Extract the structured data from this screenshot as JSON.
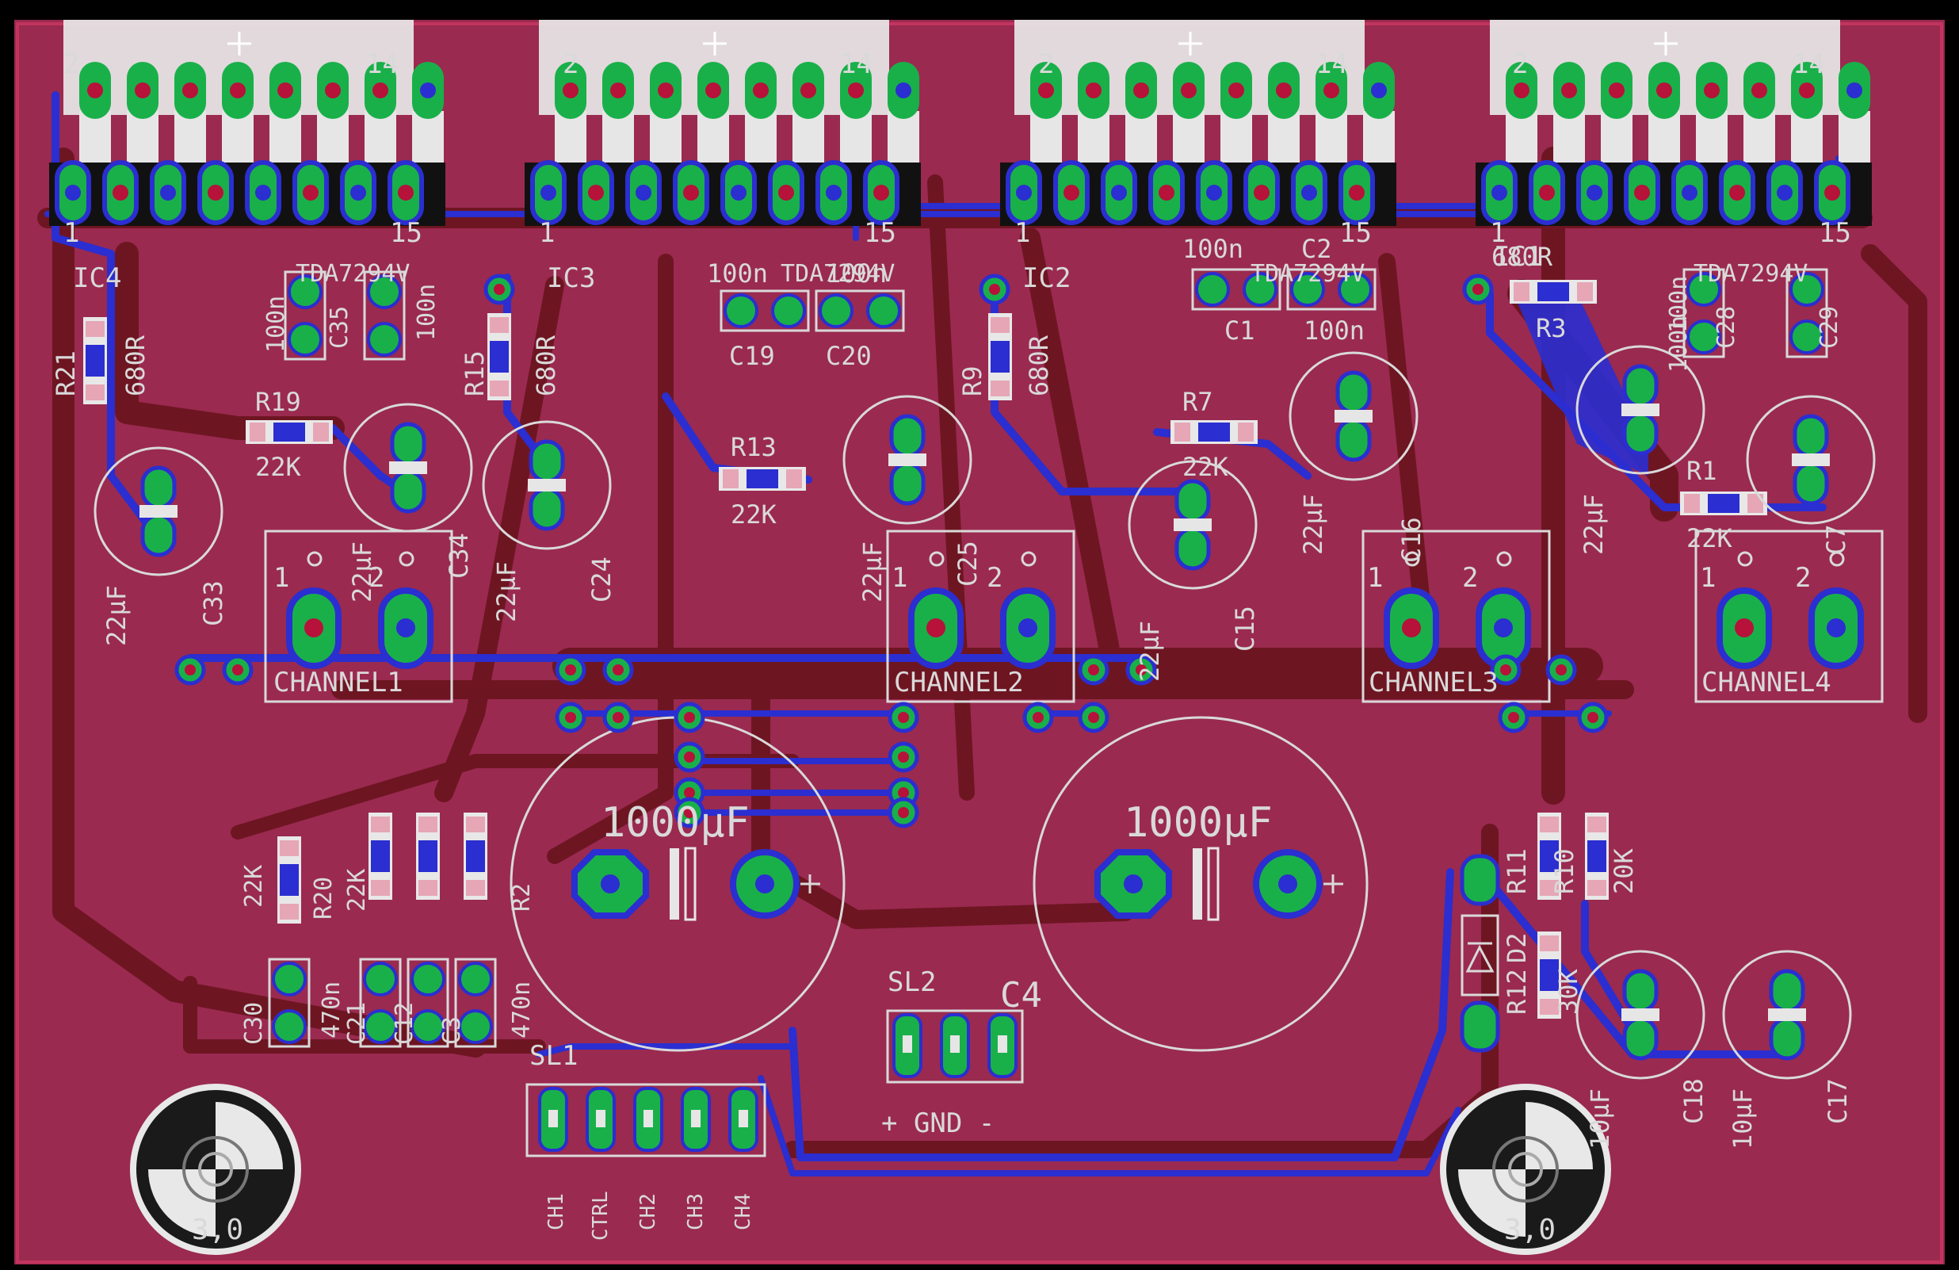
{
  "colors": {
    "background": "#000000",
    "board": "#9a2a50",
    "top_copper": "#6e1522",
    "bottom_copper": "#2b2ed0",
    "pad": "#19b04a",
    "drill": "#b6123a",
    "silk": "#d9d9d9",
    "holder": "#1a1a1a"
  },
  "ics": [
    {
      "name": "IC4",
      "top_left": "2",
      "top_right": "14",
      "bottom_left": "1",
      "bottom_right": "15"
    },
    {
      "name": "IC3",
      "top_left": "2",
      "top_right": "14",
      "bottom_left": "1",
      "bottom_right": "15"
    },
    {
      "name": "IC2",
      "top_left": "2",
      "top_right": "14",
      "bottom_left": "1",
      "bottom_right": "15"
    },
    {
      "name": "IC1",
      "top_left": "2",
      "top_right": "14",
      "bottom_left": "1",
      "bottom_right": "15"
    }
  ],
  "connectors": {
    "channels": [
      {
        "label": "CHANNEL1",
        "pin1": "1",
        "pin2": "2"
      },
      {
        "label": "CHANNEL2",
        "pin1": "1",
        "pin2": "2"
      },
      {
        "label": "CHANNEL3",
        "pin1": "1",
        "pin2": "2"
      },
      {
        "label": "CHANNEL4",
        "pin1": "1",
        "pin2": "2"
      }
    ],
    "sl1": {
      "name": "SL1",
      "pins": [
        "CH1",
        "CTRL",
        "CH2",
        "CH3",
        "CH4"
      ]
    },
    "sl2": {
      "name": "SL2",
      "caption": "+ GND -"
    }
  },
  "big_caps": [
    {
      "value": "1000µF"
    },
    {
      "value": "1000µF"
    }
  ],
  "mounting_holes": [
    {
      "label": "3,0"
    },
    {
      "label": "3,0"
    }
  ],
  "labels": [
    "TDA7294V",
    "TDA7294V",
    "TDA7294V",
    "TDA7294V",
    "R21",
    "680R",
    "R19",
    "22K",
    "R15",
    "680R",
    "R13",
    "22K",
    "R9",
    "680R",
    "R7",
    "22K",
    "R3",
    "680R",
    "R1",
    "22K",
    "C33",
    "22µF",
    "C34",
    "22µF",
    "C24",
    "22µF",
    "C25",
    "22µF",
    "C15",
    "22µF",
    "C16",
    "22µF",
    "C7",
    "22µF",
    "100n",
    "C35",
    "100n",
    "C19",
    "100n",
    "C20",
    "100n",
    "C1",
    "100n",
    "C2",
    "100n",
    "C28",
    "100n",
    "C29",
    "100n",
    "22K",
    "R20",
    "22K",
    "R2",
    "C30",
    "470n",
    "C21",
    "C12",
    "C3",
    "470n",
    "C4",
    "R11",
    "R10",
    "20K",
    "D2",
    "R12",
    "30K",
    "10µF",
    "C18",
    "10µF",
    "C17"
  ]
}
